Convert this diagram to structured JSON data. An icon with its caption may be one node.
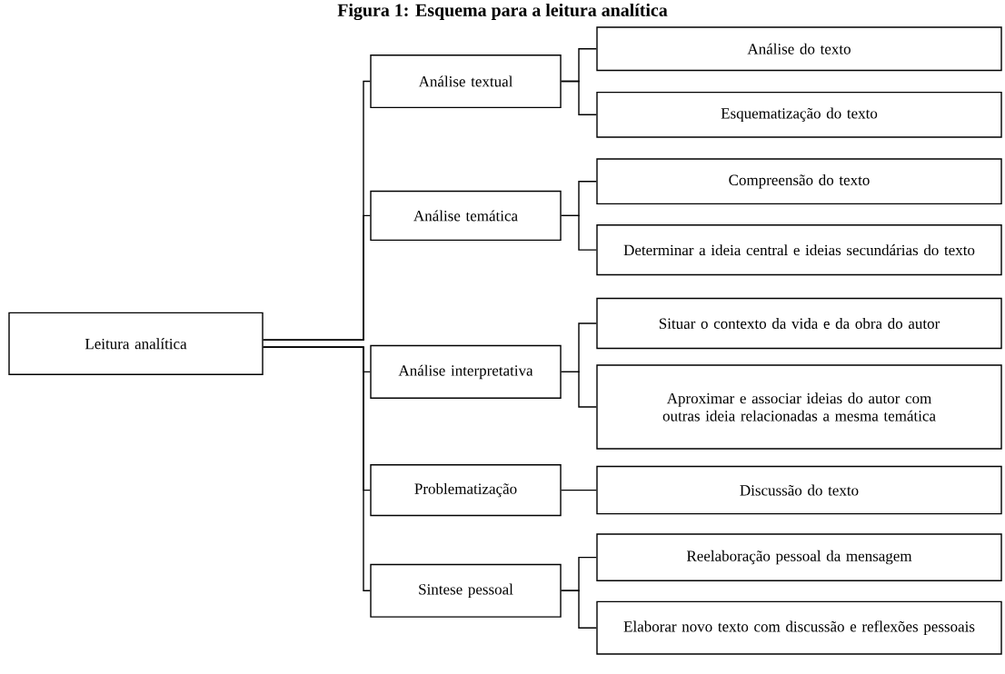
{
  "diagram": {
    "title": "Figura 1: Esquema para a leitura analítica",
    "nodes": [
      {
        "text": [
          "Leitura analítica"
        ]
      },
      {
        "text": [
          "Análise textual"
        ]
      },
      {
        "text": [
          "Análise do texto"
        ]
      },
      {
        "text": [
          "Esquematização do texto"
        ]
      },
      {
        "text": [
          "Análise temática"
        ]
      },
      {
        "text": [
          "Compreensão do texto"
        ]
      },
      {
        "text": [
          "Determinar a ideia central e ideias secundárias do texto"
        ]
      },
      {
        "text": [
          "Análise interpretativa"
        ]
      },
      {
        "text": [
          "Situar o contexto da vida e da obra do autor"
        ]
      },
      {
        "text": [
          "Aproximar e associar ideias do autor com outras ideia relacionadas a mesma temática"
        ]
      },
      {
        "text": [
          "Problematização"
        ]
      },
      {
        "text": [
          "Discussão do texto"
        ]
      },
      {
        "text": [
          "Sintese pessoal"
        ]
      },
      {
        "text": [
          "Reelaboração pessoal da mensagem"
        ]
      },
      {
        "text": [
          "Elaborar novo texto com discussão e reflexões pessoais"
        ]
      }
    ],
    "edges": [
      {
        "from": 0,
        "to": 1,
        "arrow": "none"
      },
      {
        "from": 0,
        "to": 4,
        "arrow": "none"
      },
      {
        "from": 0,
        "to": 7,
        "arrow": "none"
      },
      {
        "from": 0,
        "to": 10,
        "arrow": "none"
      },
      {
        "from": 0,
        "to": 12,
        "arrow": "none"
      },
      {
        "from": 1,
        "to": 2,
        "arrow": "none"
      },
      {
        "from": 1,
        "to": 3,
        "arrow": "none"
      },
      {
        "from": 4,
        "to": 5,
        "arrow": "none"
      },
      {
        "from": 4,
        "to": 6,
        "arrow": "none"
      },
      {
        "from": 7,
        "to": 8,
        "arrow": "none"
      },
      {
        "from": 7,
        "to": 9,
        "arrow": "none"
      },
      {
        "from": 10,
        "to": 11,
        "arrow": "none"
      },
      {
        "from": 12,
        "to": 13,
        "arrow": "none"
      },
      {
        "from": 12,
        "to": 14,
        "arrow": "none"
      }
    ]
  }
}
